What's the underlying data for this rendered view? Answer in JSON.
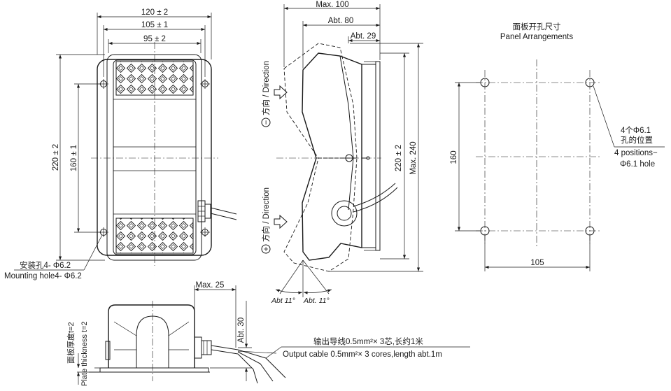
{
  "front_view": {
    "dim_outer_width": "120 ± 2",
    "dim_mid_width": "105 ± 1",
    "dim_inner_width": "95 ± 2",
    "dim_height": "220 ± 2",
    "dim_hole_spacing": "160 ± 1",
    "mount_hole_cn": "安装孔4- Φ6.2",
    "mount_hole_en": "Mounting hole4- Φ6.2"
  },
  "side_view": {
    "dim_max_depth": "Max. 100",
    "dim_abt_80": "Abt. 80",
    "dim_abt_29": "Abt. 29",
    "dim_height": "220 ± 2",
    "dim_max_height": "Max. 240",
    "direction_top": "方向 / Direction",
    "direction_top_symbol": "−",
    "direction_bottom": "方向 / Direction",
    "direction_bottom_symbol": "+",
    "angle_left": "Abt 11°",
    "angle_right": "Abt. 11°"
  },
  "panel": {
    "title_cn": "面板开孔尺寸",
    "title_en": "Panel Arrangements",
    "dim_vertical": "160",
    "dim_horizontal": "105",
    "hole_note_cn_1": "4个Φ6.1",
    "hole_note_cn_2": "孔的位置",
    "hole_note_en_1": "4 positions−",
    "hole_note_en_2": "Φ6.1 hole"
  },
  "bottom_view": {
    "dim_max_25": "Max. 25",
    "dim_abt_30": "Abt. 30",
    "plate_cn": "面板厚度t=2",
    "plate_en": "Plate thickness t=2",
    "cable_cn": "输出导线0.5mm²× 3芯,长约1米",
    "cable_en": "Output cable 0.5mm²× 3 cores,length abt.1m"
  }
}
